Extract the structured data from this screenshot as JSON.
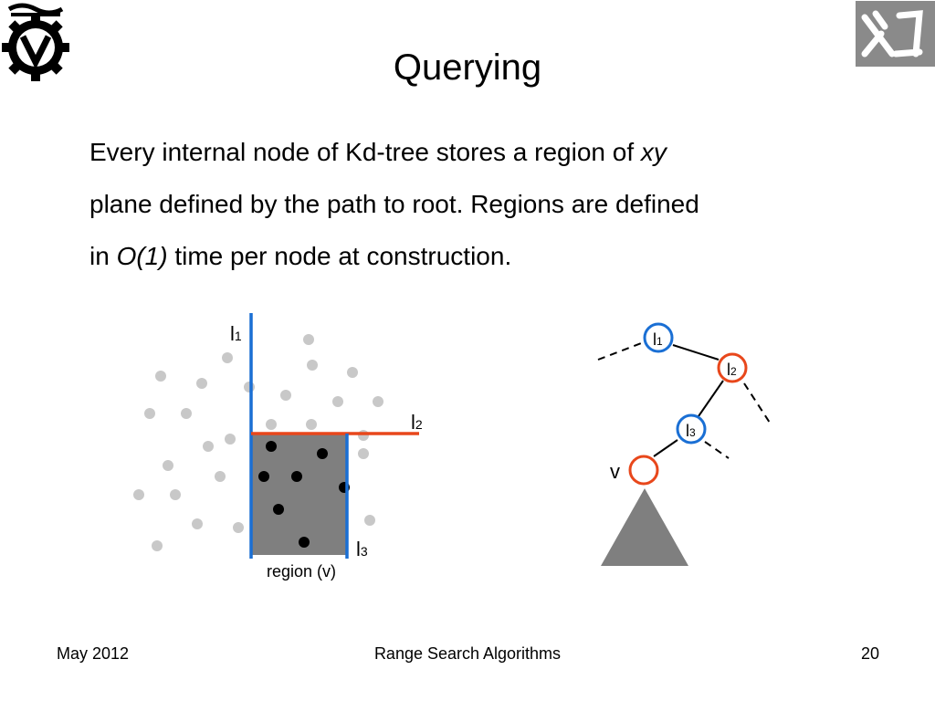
{
  "slide": {
    "title": "Querying",
    "body": {
      "line1": "Every internal node of Kd-tree stores a region of ",
      "line1_italic": "xy",
      "line2": "plane defined by the path to root. Regions are defined",
      "line3_pre": "in ",
      "line3_italic": "O(1)",
      "line3_post": " time per node at construction."
    }
  },
  "diagram": {
    "labels": {
      "l1": "l",
      "l1_sub": "1",
      "l2": "l",
      "l2_sub": "2",
      "l3": "l",
      "l3_sub": "3",
      "region": "region (v)"
    },
    "tree": {
      "l1": "l",
      "l1_sub": "1",
      "l2": "l",
      "l2_sub": "2",
      "l3": "l",
      "l3_sub": "3",
      "v": "v"
    },
    "colors": {
      "blue": "#1a6fd4",
      "orange": "#e8471b",
      "region_fill": "#7f7f7f",
      "gray_point": "#c8c8c8",
      "black_point": "#000000"
    }
  },
  "footer": {
    "date": "May 2012",
    "topic": "Range Search Algorithms",
    "page": "20"
  }
}
